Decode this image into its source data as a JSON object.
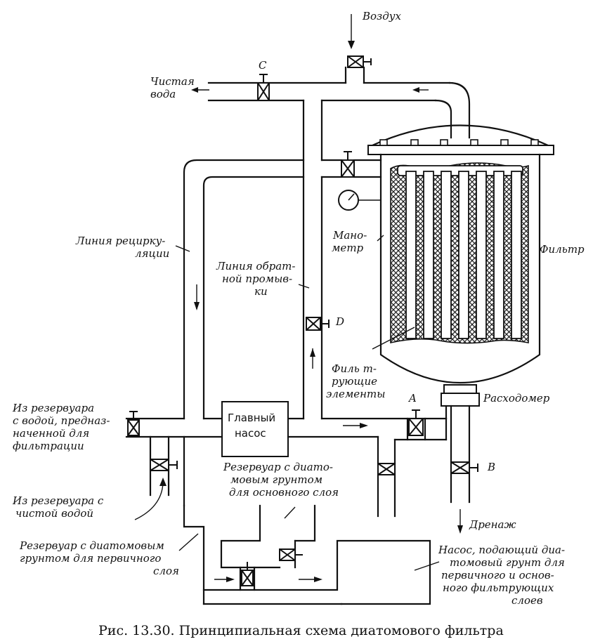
{
  "labels": {
    "air": "Воздух",
    "clean_water_1": "Чистая",
    "clean_water_2": "вода",
    "valve_c": "C",
    "valve_d": "D",
    "valve_a": "A",
    "valve_b": "B",
    "recirc_1": "Линия рецирку-",
    "recirc_2": "ляции",
    "backwash_1": "Линия обрат-",
    "backwash_2": "ной промыв-",
    "backwash_3": "ки",
    "manometer_1": "Мано-",
    "manometer_2": "метр",
    "filter": "Фильтр",
    "elements_1": "Филь т-",
    "elements_2": "рующие",
    "elements_3": "элементы",
    "flowmeter": "Расходомер",
    "main_pump_1": "Главный",
    "main_pump_2": "насос",
    "from_tank_filt_1": "Из резервуара",
    "from_tank_filt_2": "с водой, предназ-",
    "from_tank_filt_3": "наченной для",
    "from_tank_filt_4": "фильтрации",
    "from_tank_clean_1": "Из резервуара с",
    "from_tank_clean_2": "чистой водой",
    "tank_main_1": "Резервуар с диато-",
    "tank_main_2": "мовым грунтом",
    "tank_main_3": "для основного слоя",
    "tank_primary_1": "Резервуар с диатомовым",
    "tank_primary_2": "грунтом для первичного",
    "tank_primary_3": "слоя",
    "drain": "Дренаж",
    "feed_pump_1": "Насос, подающий диа-",
    "feed_pump_2": "томовый грунт для",
    "feed_pump_3": "первичного и основ-",
    "feed_pump_4": "ного фильтрующих",
    "feed_pump_5": "слоев"
  },
  "caption": "Рис.  13.30.  Принципиальная  схема  диатомового  фильтра"
}
